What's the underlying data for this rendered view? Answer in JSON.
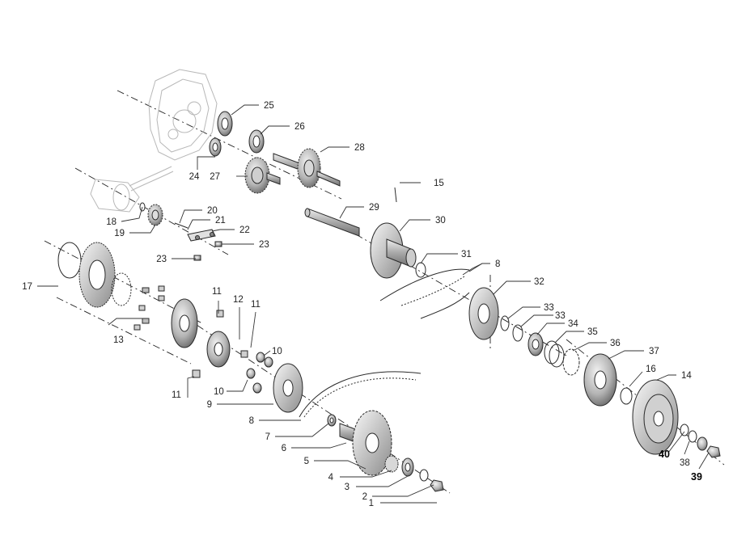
{
  "diagram": {
    "colors": {
      "ink": "#2a2a2a",
      "metal_dark": "#555555",
      "metal_mid": "#9a9a9a",
      "metal_light": "#dcdcdc",
      "ghost": "#b8b8b8",
      "paper": "#ffffff"
    },
    "callouts": [
      {
        "id": "1",
        "label": "1"
      },
      {
        "id": "2",
        "label": "2"
      },
      {
        "id": "3",
        "label": "3"
      },
      {
        "id": "4",
        "label": "4"
      },
      {
        "id": "5",
        "label": "5"
      },
      {
        "id": "6",
        "label": "6"
      },
      {
        "id": "7",
        "label": "7"
      },
      {
        "id": "8a",
        "label": "8"
      },
      {
        "id": "8b",
        "label": "8"
      },
      {
        "id": "9",
        "label": "9"
      },
      {
        "id": "10a",
        "label": "10"
      },
      {
        "id": "10b",
        "label": "10"
      },
      {
        "id": "11a",
        "label": "11"
      },
      {
        "id": "11b",
        "label": "11"
      },
      {
        "id": "11c",
        "label": "11"
      },
      {
        "id": "12",
        "label": "12"
      },
      {
        "id": "13",
        "label": "13"
      },
      {
        "id": "14",
        "label": "14"
      },
      {
        "id": "15",
        "label": "15"
      },
      {
        "id": "16",
        "label": "16"
      },
      {
        "id": "17",
        "label": "17"
      },
      {
        "id": "18",
        "label": "18"
      },
      {
        "id": "19",
        "label": "19"
      },
      {
        "id": "20",
        "label": "20"
      },
      {
        "id": "21",
        "label": "21"
      },
      {
        "id": "22",
        "label": "22"
      },
      {
        "id": "23a",
        "label": "23"
      },
      {
        "id": "23b",
        "label": "23"
      },
      {
        "id": "24",
        "label": "24"
      },
      {
        "id": "25",
        "label": "25"
      },
      {
        "id": "26",
        "label": "26"
      },
      {
        "id": "27",
        "label": "27"
      },
      {
        "id": "28",
        "label": "28"
      },
      {
        "id": "29",
        "label": "29"
      },
      {
        "id": "30",
        "label": "30"
      },
      {
        "id": "31",
        "label": "31"
      },
      {
        "id": "32",
        "label": "32"
      },
      {
        "id": "33a",
        "label": "33"
      },
      {
        "id": "33b",
        "label": "33"
      },
      {
        "id": "34",
        "label": "34"
      },
      {
        "id": "35",
        "label": "35"
      },
      {
        "id": "36",
        "label": "36"
      },
      {
        "id": "37",
        "label": "37"
      },
      {
        "id": "38",
        "label": "38"
      },
      {
        "id": "39",
        "label": "39"
      },
      {
        "id": "40",
        "label": "40"
      }
    ]
  }
}
